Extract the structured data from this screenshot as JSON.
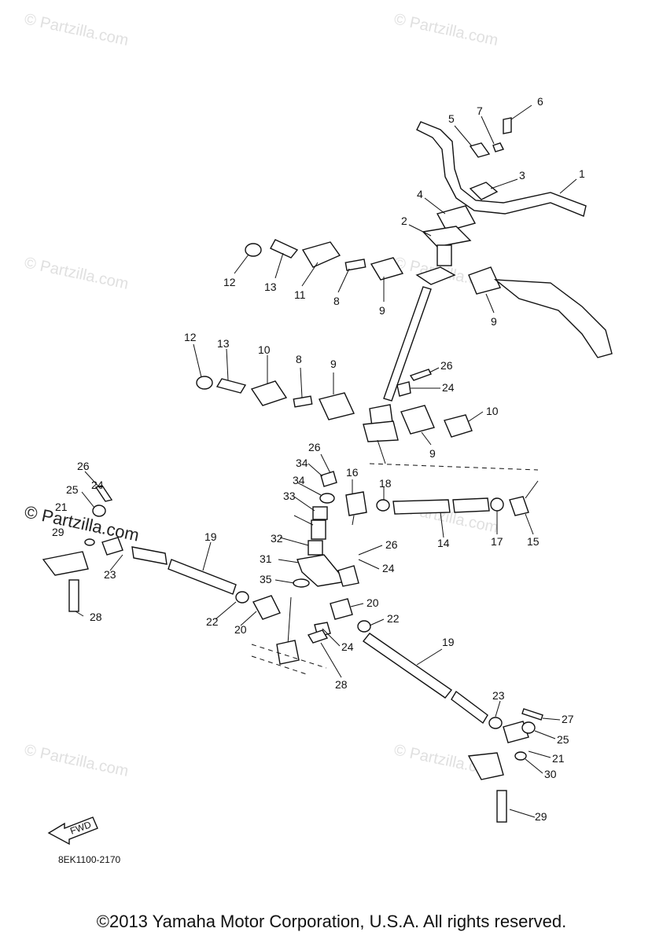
{
  "watermark": {
    "text": "© Partzilla.com"
  },
  "diagram": {
    "callouts": [
      "1",
      "2",
      "3",
      "4",
      "5",
      "6",
      "7",
      "8",
      "8",
      "9",
      "9",
      "9",
      "9",
      "10",
      "10",
      "11",
      "12",
      "12",
      "13",
      "13",
      "14",
      "15",
      "16",
      "17",
      "18",
      "19",
      "19",
      "20",
      "20",
      "21",
      "21",
      "22",
      "22",
      "23",
      "23",
      "24",
      "24",
      "24",
      "24",
      "25",
      "25",
      "26",
      "26",
      "26",
      "26",
      "27",
      "28",
      "28",
      "29",
      "29",
      "30",
      "31",
      "32",
      "33",
      "34",
      "34",
      "35"
    ],
    "fwd_label": "FWD",
    "drawing_code": "8EK1100-2170"
  },
  "footer": {
    "copyright": "©2013 Yamaha Motor Corporation, U.S.A. All rights reserved."
  }
}
